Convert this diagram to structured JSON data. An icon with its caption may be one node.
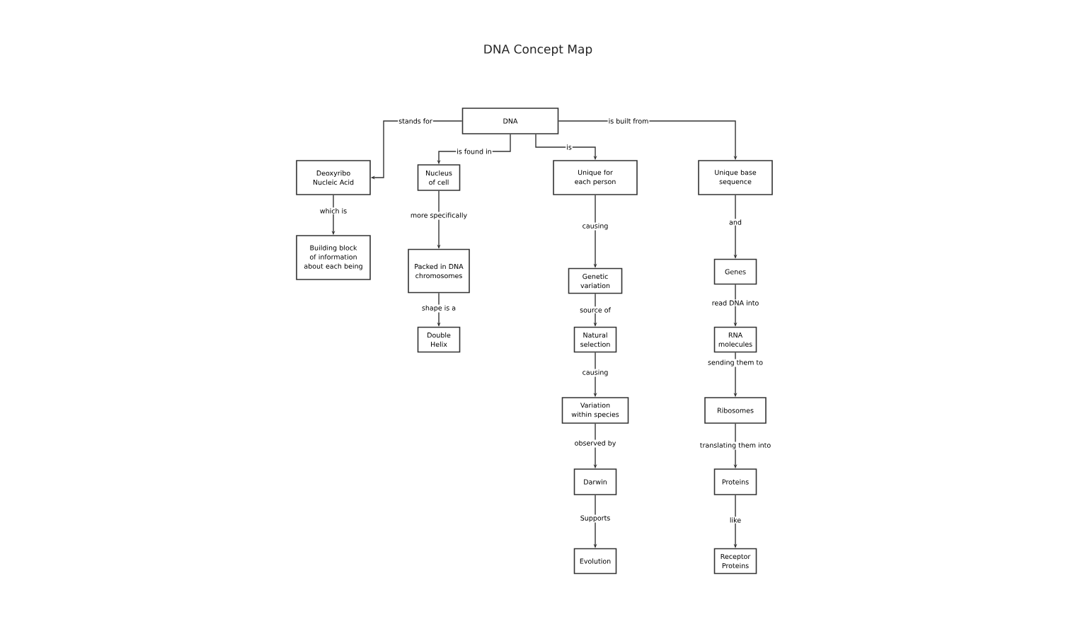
{
  "diagram": {
    "title": "DNA Concept Map",
    "nodes": [
      {
        "text": [
          "DNA"
        ]
      },
      {
        "text": [
          "Deoxyribo Nucleic Acid"
        ]
      },
      {
        "text": [
          "Nucleus of cell"
        ]
      },
      {
        "text": [
          "Unique for each person"
        ]
      },
      {
        "text": [
          "Unique base sequence"
        ]
      },
      {
        "text": [
          "Building block of information about each being"
        ]
      },
      {
        "text": [
          "Packed in DNA chromosomes"
        ]
      },
      {
        "text": [
          "Double Helix"
        ]
      },
      {
        "text": [
          "Genetic variation"
        ]
      },
      {
        "text": [
          "Natural selection"
        ]
      },
      {
        "text": [
          "Variation within species"
        ]
      },
      {
        "text": [
          "Darwin"
        ]
      },
      {
        "text": [
          "Evolution"
        ]
      },
      {
        "text": [
          "Genes"
        ]
      },
      {
        "text": [
          "RNA molecules"
        ]
      },
      {
        "text": [
          "Ribosomes"
        ]
      },
      {
        "text": [
          "Proteins"
        ]
      },
      {
        "text": [
          "Receptor Proteins"
        ]
      }
    ],
    "edges": [
      {
        "from": 0,
        "to": 1,
        "arrow": "to",
        "label": "stands for"
      },
      {
        "from": 0,
        "to": 2,
        "arrow": "to",
        "label": "is found in"
      },
      {
        "from": 0,
        "to": 3,
        "arrow": "to",
        "label": "is"
      },
      {
        "from": 0,
        "to": 4,
        "arrow": "to",
        "label": "is built from"
      },
      {
        "from": 1,
        "to": 5,
        "arrow": "to",
        "label": "which is"
      },
      {
        "from": 2,
        "to": 6,
        "arrow": "to",
        "label": "more specifically"
      },
      {
        "from": 6,
        "to": 7,
        "arrow": "to",
        "label": "shape is a"
      },
      {
        "from": 3,
        "to": 8,
        "arrow": "to",
        "label": "causing"
      },
      {
        "from": 8,
        "to": 9,
        "arrow": "to",
        "label": "source of"
      },
      {
        "from": 9,
        "to": 10,
        "arrow": "to",
        "label": "causing"
      },
      {
        "from": 10,
        "to": 11,
        "arrow": "to",
        "label": "observed by"
      },
      {
        "from": 11,
        "to": 12,
        "arrow": "to",
        "label": "Supports"
      },
      {
        "from": 4,
        "to": 13,
        "arrow": "to",
        "label": "and"
      },
      {
        "from": 13,
        "to": 14,
        "arrow": "to",
        "label": "read DNA into"
      },
      {
        "from": 14,
        "to": 15,
        "arrow": "to",
        "label": "sending them to"
      },
      {
        "from": 15,
        "to": 16,
        "arrow": "to",
        "label": "translating them into"
      },
      {
        "from": 16,
        "to": 17,
        "arrow": "to",
        "label": "like"
      }
    ]
  }
}
